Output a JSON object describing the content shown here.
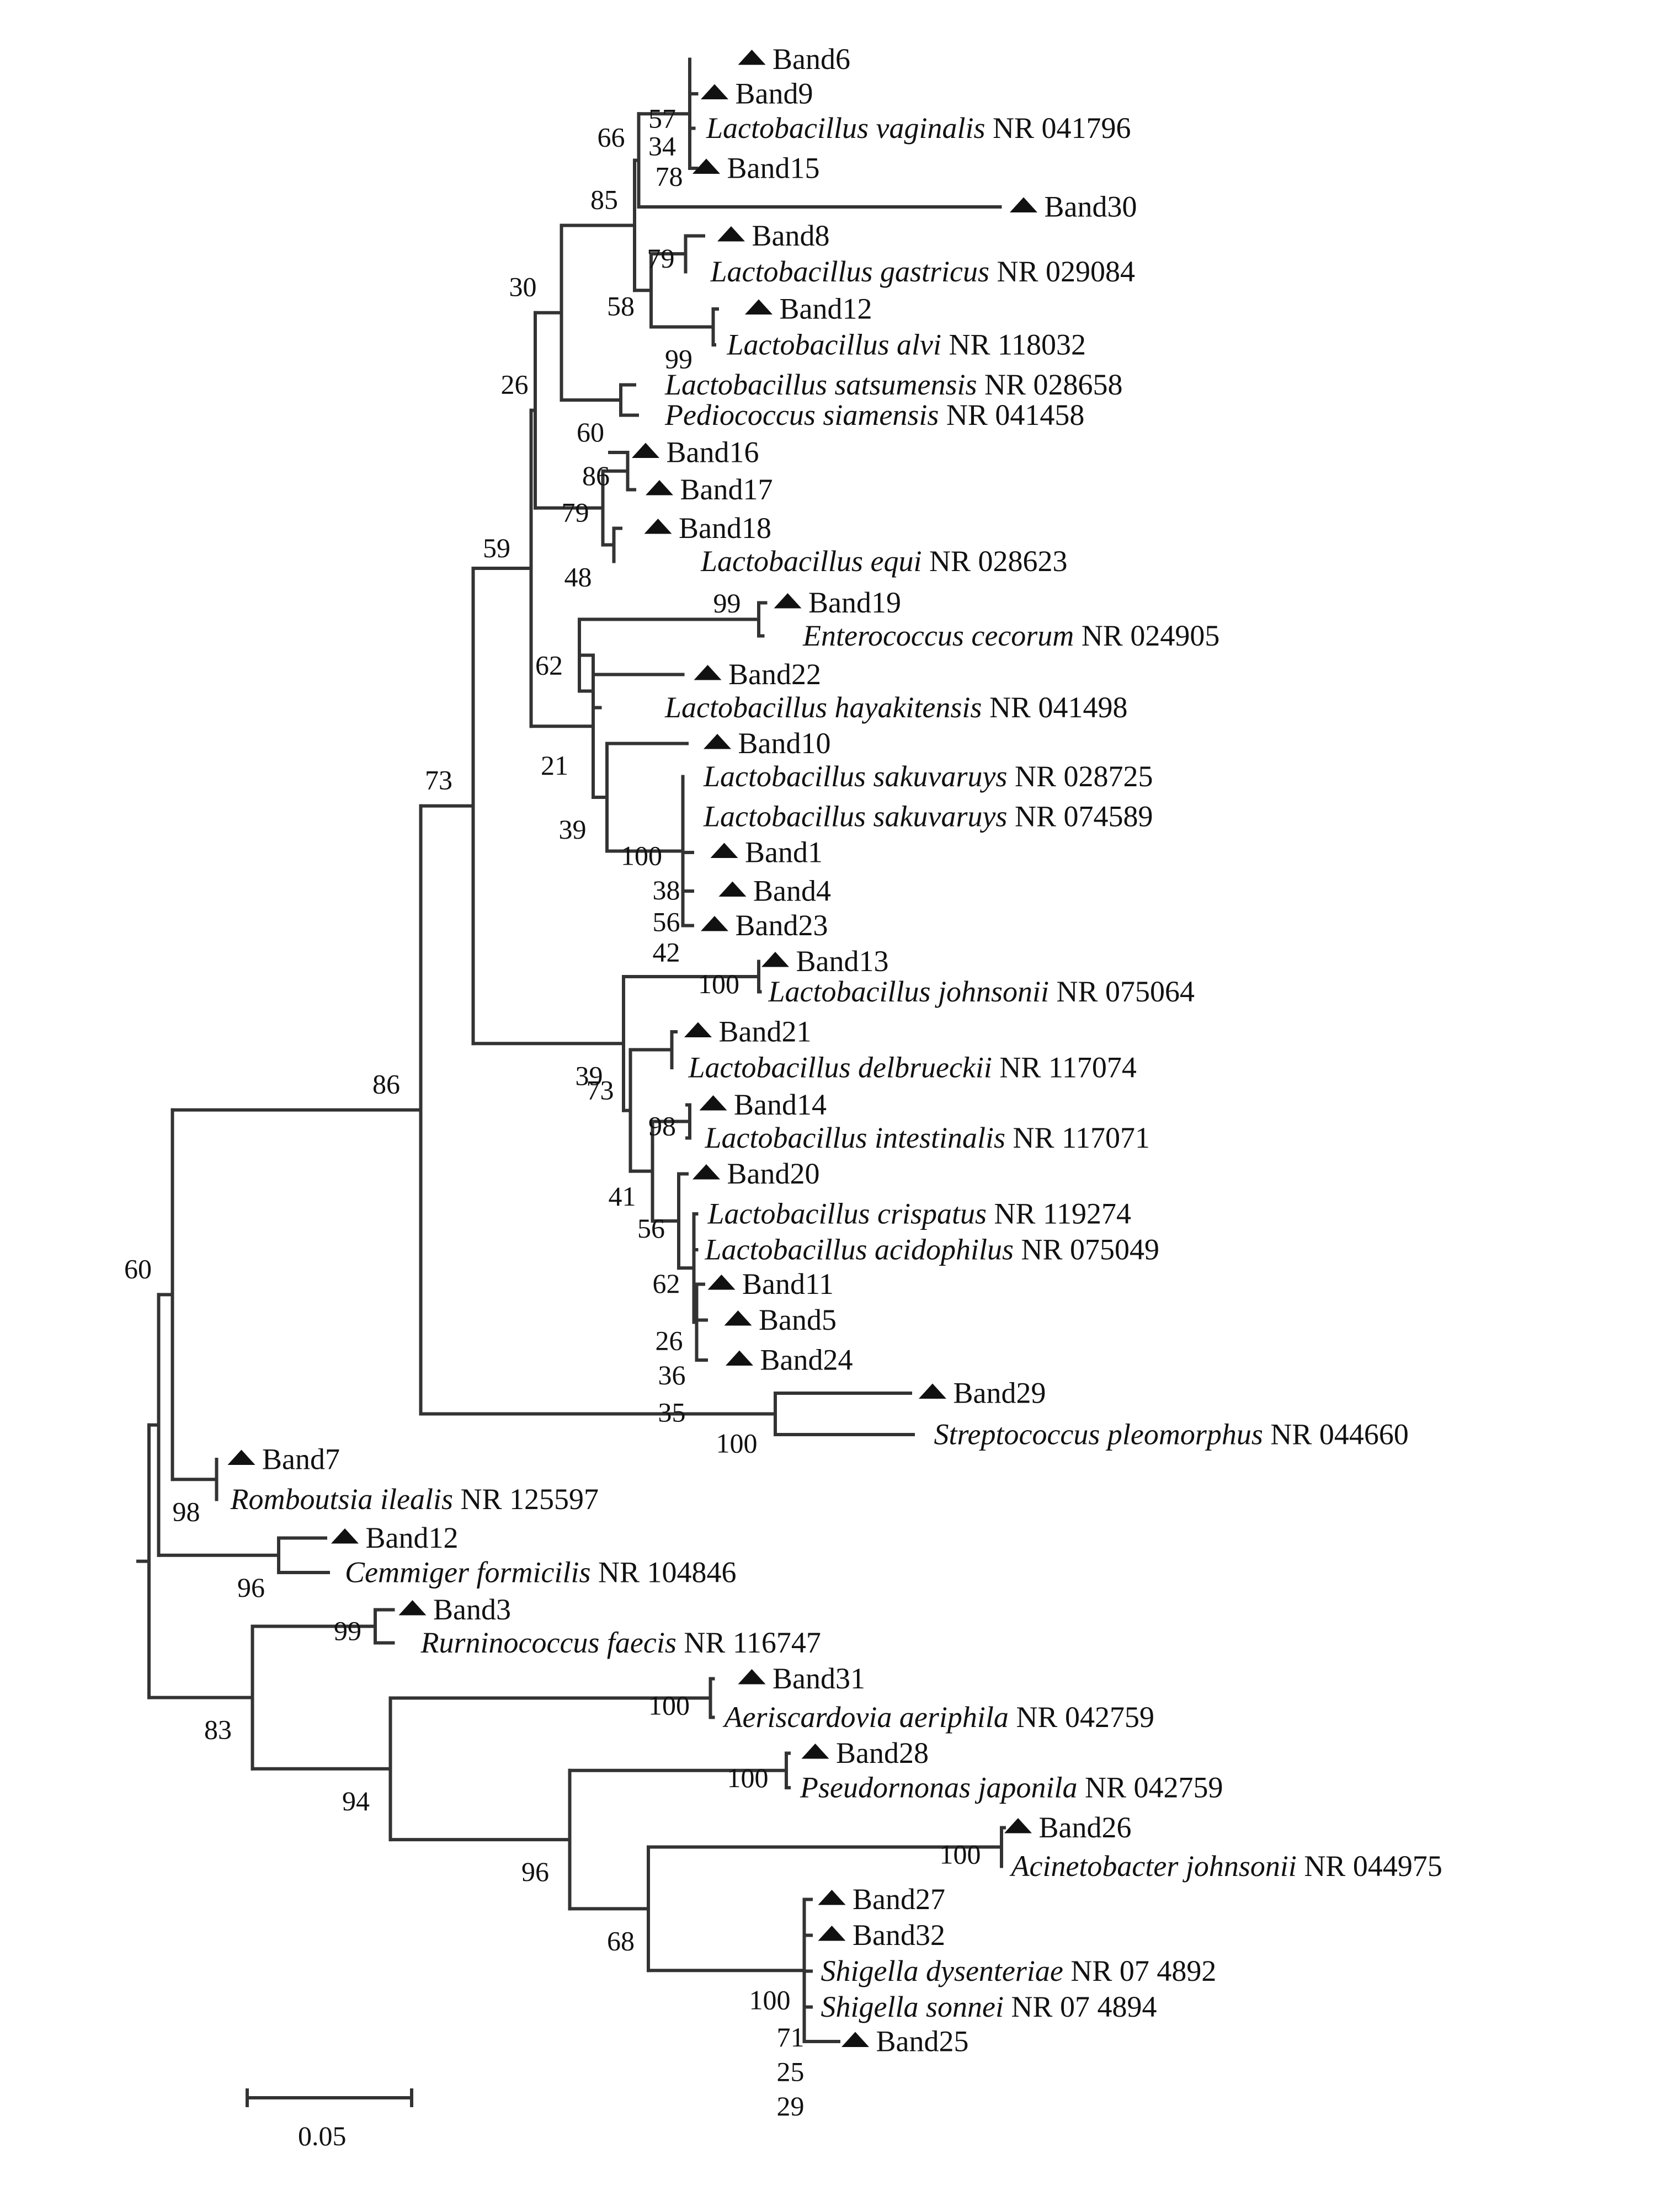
{
  "colors": {
    "line": "#333333",
    "text": "#111111",
    "marker": "#111111"
  },
  "scale_bar": {
    "label": "0.05"
  },
  "leaves": [
    {
      "id": "L1",
      "band": true,
      "text": "Band6"
    },
    {
      "id": "L2",
      "band": true,
      "text": "Band9"
    },
    {
      "id": "L3",
      "band": false,
      "genus": "Lactobacillus vaginalis",
      "acc": "NR 041796"
    },
    {
      "id": "L4",
      "band": true,
      "text": "Band15"
    },
    {
      "id": "L5",
      "band": true,
      "text": "Band30"
    },
    {
      "id": "L6",
      "band": true,
      "text": "Band8"
    },
    {
      "id": "L7",
      "band": false,
      "genus": "Lactobacillus gastricus",
      "acc": "NR 029084"
    },
    {
      "id": "L8",
      "band": true,
      "text": "Band12"
    },
    {
      "id": "L9",
      "band": false,
      "genus": "Lactobacillus alvi",
      "acc": "NR 118032"
    },
    {
      "id": "L10",
      "band": false,
      "genus": "Lactobacillus satsumensis",
      "acc": "NR 028658"
    },
    {
      "id": "L11",
      "band": false,
      "genus": "Pediococcus siamensis",
      "acc": "NR 041458"
    },
    {
      "id": "L12",
      "band": true,
      "text": "Band16"
    },
    {
      "id": "L13",
      "band": true,
      "text": "Band17"
    },
    {
      "id": "L14",
      "band": true,
      "text": "Band18"
    },
    {
      "id": "L15",
      "band": false,
      "genus": "Lactobacillus equi",
      "acc": "NR 028623"
    },
    {
      "id": "L16",
      "band": true,
      "text": "Band19"
    },
    {
      "id": "L17",
      "band": false,
      "genus": "Enterococcus cecorum",
      "acc": "NR 024905"
    },
    {
      "id": "L18",
      "band": true,
      "text": "Band22"
    },
    {
      "id": "L19",
      "band": false,
      "genus": "Lactobacillus hayakitensis",
      "acc": "NR 041498"
    },
    {
      "id": "L20",
      "band": true,
      "text": "Band10"
    },
    {
      "id": "L21",
      "band": false,
      "genus": "Lactobacillus sakuvaruys",
      "acc": "NR 028725"
    },
    {
      "id": "L22",
      "band": false,
      "genus": "Lactobacillus sakuvaruys",
      "acc": "NR 074589"
    },
    {
      "id": "L23",
      "band": true,
      "text": "Band1"
    },
    {
      "id": "L24",
      "band": true,
      "text": "Band4"
    },
    {
      "id": "L25",
      "band": true,
      "text": "Band23"
    },
    {
      "id": "L26",
      "band": true,
      "text": "Band13"
    },
    {
      "id": "L27",
      "band": false,
      "genus": "Lactobacillus johnsonii",
      "acc": "NR 075064"
    },
    {
      "id": "L28",
      "band": true,
      "text": "Band21"
    },
    {
      "id": "L29",
      "band": false,
      "genus": "Lactobacillus delbrueckii",
      "acc": "NR 117074"
    },
    {
      "id": "L30",
      "band": true,
      "text": "Band14"
    },
    {
      "id": "L31",
      "band": false,
      "genus": "Lactobacillus intestinalis",
      "acc": "NR 117071"
    },
    {
      "id": "L32",
      "band": true,
      "text": "Band20"
    },
    {
      "id": "L33",
      "band": false,
      "genus": "Lactobacillus crispatus",
      "acc": "NR 119274"
    },
    {
      "id": "L34",
      "band": false,
      "genus": "Lactobacillus acidophilus",
      "acc": "NR 075049"
    },
    {
      "id": "L35",
      "band": true,
      "text": "Band11"
    },
    {
      "id": "L36",
      "band": true,
      "text": "Band5"
    },
    {
      "id": "L37",
      "band": true,
      "text": "Band24"
    },
    {
      "id": "L38",
      "band": true,
      "text": "Band29"
    },
    {
      "id": "L39",
      "band": false,
      "genus": "Streptococcus pleomorphus",
      "acc": "NR 044660"
    },
    {
      "id": "L40",
      "band": true,
      "text": "Band7"
    },
    {
      "id": "L41",
      "band": false,
      "genus": "Romboutsia ilealis",
      "acc": "NR 125597"
    },
    {
      "id": "L42",
      "band": true,
      "text": "Band12"
    },
    {
      "id": "L43",
      "band": false,
      "genus": "Cemmiger formicilis",
      "acc": "NR 104846"
    },
    {
      "id": "L44",
      "band": true,
      "text": "Band3"
    },
    {
      "id": "L45",
      "band": false,
      "genus": "Rurninococcus faecis",
      "acc": "NR 116747"
    },
    {
      "id": "L46",
      "band": true,
      "text": "Band31"
    },
    {
      "id": "L47",
      "band": false,
      "genus": "Aeriscardovia aeriphila",
      "acc": "NR 042759"
    },
    {
      "id": "L48",
      "band": true,
      "text": "Band28"
    },
    {
      "id": "L49",
      "band": false,
      "genus": "Pseudornonas japonila",
      "acc": "NR 042759"
    },
    {
      "id": "L50",
      "band": true,
      "text": "Band26"
    },
    {
      "id": "L51",
      "band": false,
      "genus": "Acinetobacter johnsonii",
      "acc": "NR 044975"
    },
    {
      "id": "L52",
      "band": true,
      "text": "Band27"
    },
    {
      "id": "L53",
      "band": true,
      "text": "Band32"
    },
    {
      "id": "L54",
      "band": false,
      "genus": "Shigella dysenteriae",
      "acc": "NR 07 4892"
    },
    {
      "id": "L55",
      "band": false,
      "genus": "Shigella sonnei",
      "acc": "NR 07 4894"
    },
    {
      "id": "L56",
      "band": true,
      "text": "Band25"
    }
  ],
  "bootstrap_values": [
    "57",
    "34",
    "78",
    "66",
    "85",
    "79",
    "58",
    "99",
    "30",
    "26",
    "60",
    "86",
    "79",
    "48",
    "59",
    "99",
    "62",
    "21",
    "39",
    "100",
    "38",
    "56",
    "42",
    "73",
    "100",
    "73",
    "39",
    "98",
    "41",
    "56",
    "62",
    "26",
    "36",
    "35",
    "100",
    "86",
    "60",
    "98",
    "96",
    "99",
    "83",
    "100",
    "94",
    "100",
    "96",
    "100",
    "68",
    "100",
    "71",
    "25",
    "29"
  ]
}
